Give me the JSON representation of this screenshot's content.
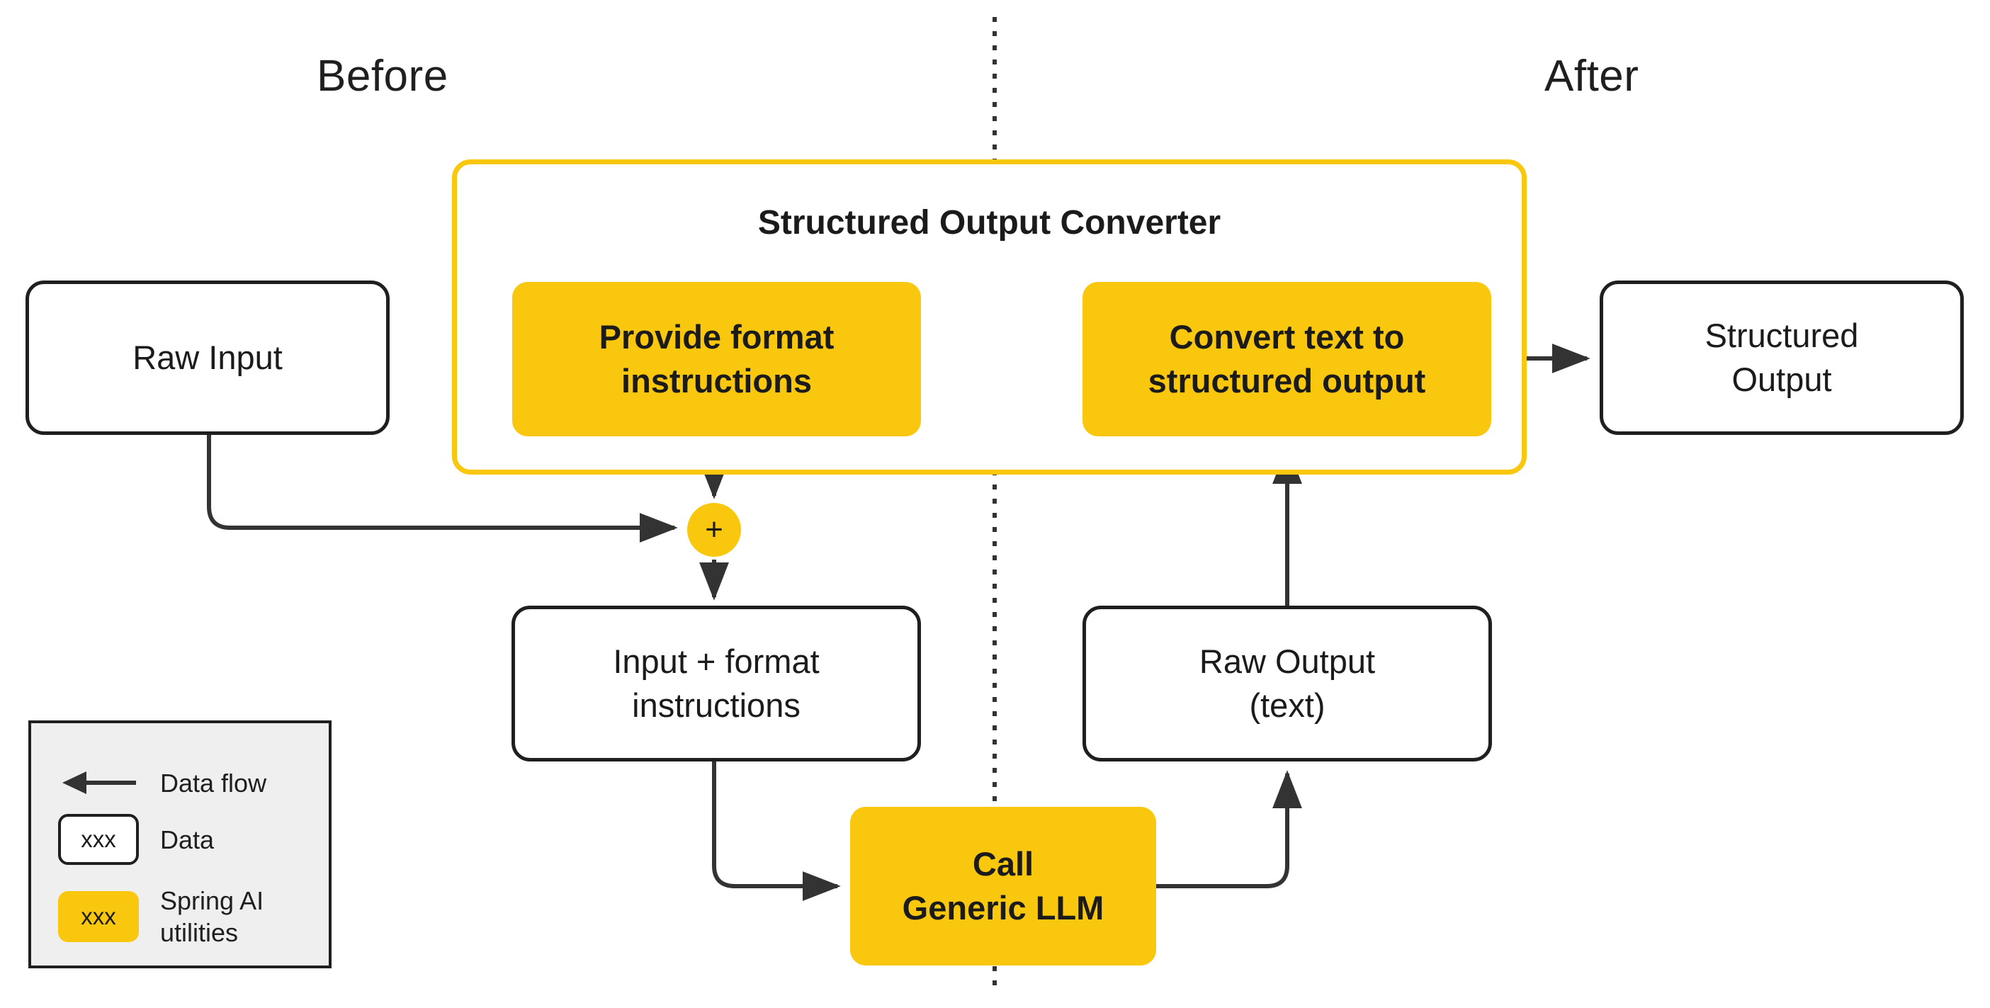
{
  "diagram": {
    "title_before": "Before",
    "title_after": "After",
    "divider": "vertical-dotted-divider",
    "colors": {
      "accent_yellow": "#F9C80E",
      "node_border": "#1F1F1F",
      "text": "#1B1B1B",
      "legend_background": "#EFEFEF",
      "canvas": "#FFFFFF"
    }
  },
  "converter": {
    "title": "Structured Output Converter",
    "steps": [
      {
        "label": "Provide format\ninstructions",
        "line1": "Provide format",
        "line2": "instructions"
      },
      {
        "label": "Convert text to\nstructured  output",
        "line1": "Convert text to",
        "line2": "structured  output"
      }
    ]
  },
  "nodes": {
    "raw_input": "Raw Input",
    "structured_output_line1": "Structured",
    "structured_output_line2": "Output",
    "input_plus_format_line1": "Input + format",
    "input_plus_format_line2": "instructions",
    "raw_output_line1": "Raw Output",
    "raw_output_line2": "(text)",
    "call_llm_line1": "Call",
    "call_llm_line2": "Generic LLM"
  },
  "junction": {
    "symbol": "+"
  },
  "legend": {
    "items": [
      {
        "swatch": "arrow",
        "swatch_text": "",
        "label": "Data flow"
      },
      {
        "swatch": "data-box",
        "swatch_text": "xxx",
        "label": "Data"
      },
      {
        "swatch": "util-box",
        "swatch_text": "xxx",
        "label": "Spring AI\nutilities"
      }
    ]
  }
}
